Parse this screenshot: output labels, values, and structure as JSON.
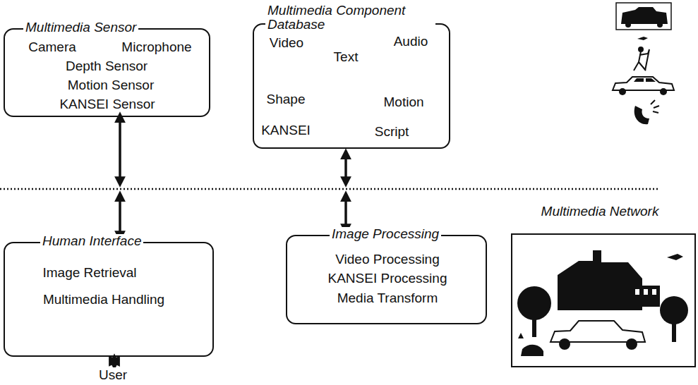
{
  "diagram": {
    "nodes": [
      {
        "text": [
          "Multimedia Sensor",
          "Camera",
          "Microphone",
          "Depth Sensor",
          "Motion Sensor",
          "KANSEI Sensor"
        ]
      },
      {
        "text": [
          "Multimedia Component Database",
          "Video",
          "Text",
          "Audio",
          "Shape",
          "Motion",
          "KANSEI",
          "Script"
        ]
      },
      {
        "text": [
          "Human Interface",
          "Image Retrieval",
          "Multimedia Handling"
        ]
      },
      {
        "text": [
          "Image Processing",
          "Video Processing",
          "KANSEI Processing",
          "Media Transform"
        ]
      }
    ],
    "labels": [
      "Multimedia Network",
      "User"
    ]
  }
}
